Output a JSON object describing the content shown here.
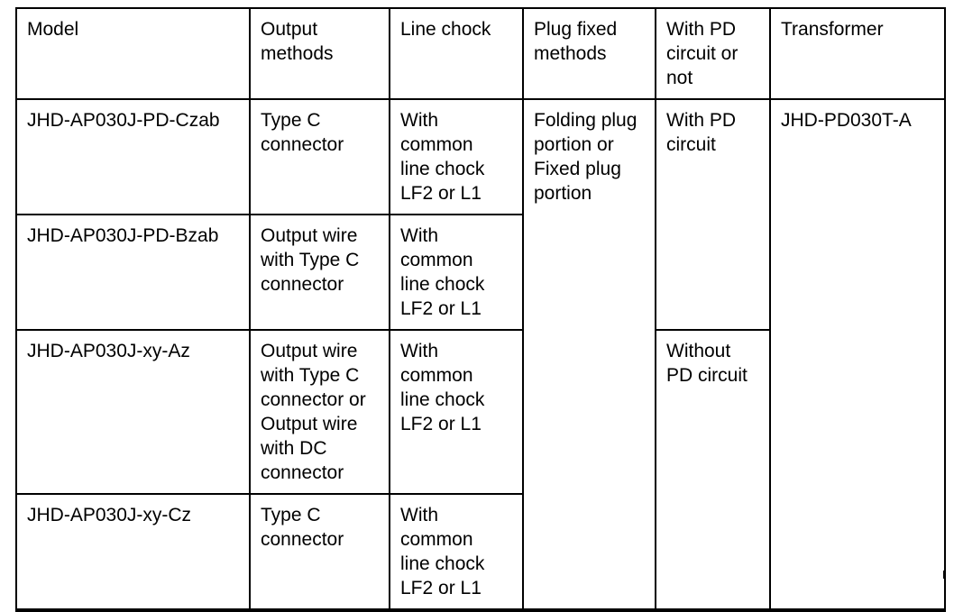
{
  "page": {
    "background_color": "#ffffff",
    "border_color": "#000000",
    "text_color": "#000000"
  },
  "table": {
    "headers": {
      "model": "Model",
      "output_methods": "Output\nmethods",
      "line_chock": "Line chock",
      "plug_fixed_methods": "Plug fixed\nmethods",
      "pd_circuit": "With PD\ncircuit or\nnot",
      "transformer": "Transformer"
    },
    "rows": [
      {
        "model": "JHD-AP030J-PD-Czab",
        "output_methods": "Type C\nconnector",
        "line_chock": "With\ncommon\nline chock\nLF2 or L1"
      },
      {
        "model": "JHD-AP030J-PD-Bzab",
        "output_methods": "Output wire\nwith Type C\nconnector",
        "line_chock": "With\ncommon\nline chock\nLF2 or L1"
      },
      {
        "model": "JHD-AP030J-xy-Az",
        "output_methods": "Output wire\nwith Type C\nconnector or\nOutput wire\nwith DC\nconnector",
        "line_chock": "With\ncommon\nline chock\nLF2 or L1"
      },
      {
        "model": "JHD-AP030J-xy-Cz",
        "output_methods": "Type C\nconnector",
        "line_chock": "With\ncommon\nline chock\nLF2 or L1"
      }
    ],
    "merged_cells": {
      "plug_fixed_methods": "Folding plug\nportion or\nFixed plug\nportion",
      "pd_with_circuit": "With PD\ncircuit",
      "pd_without_circuit": "Without\nPD circuit",
      "transformer": "JHD-PD030T-A"
    }
  }
}
